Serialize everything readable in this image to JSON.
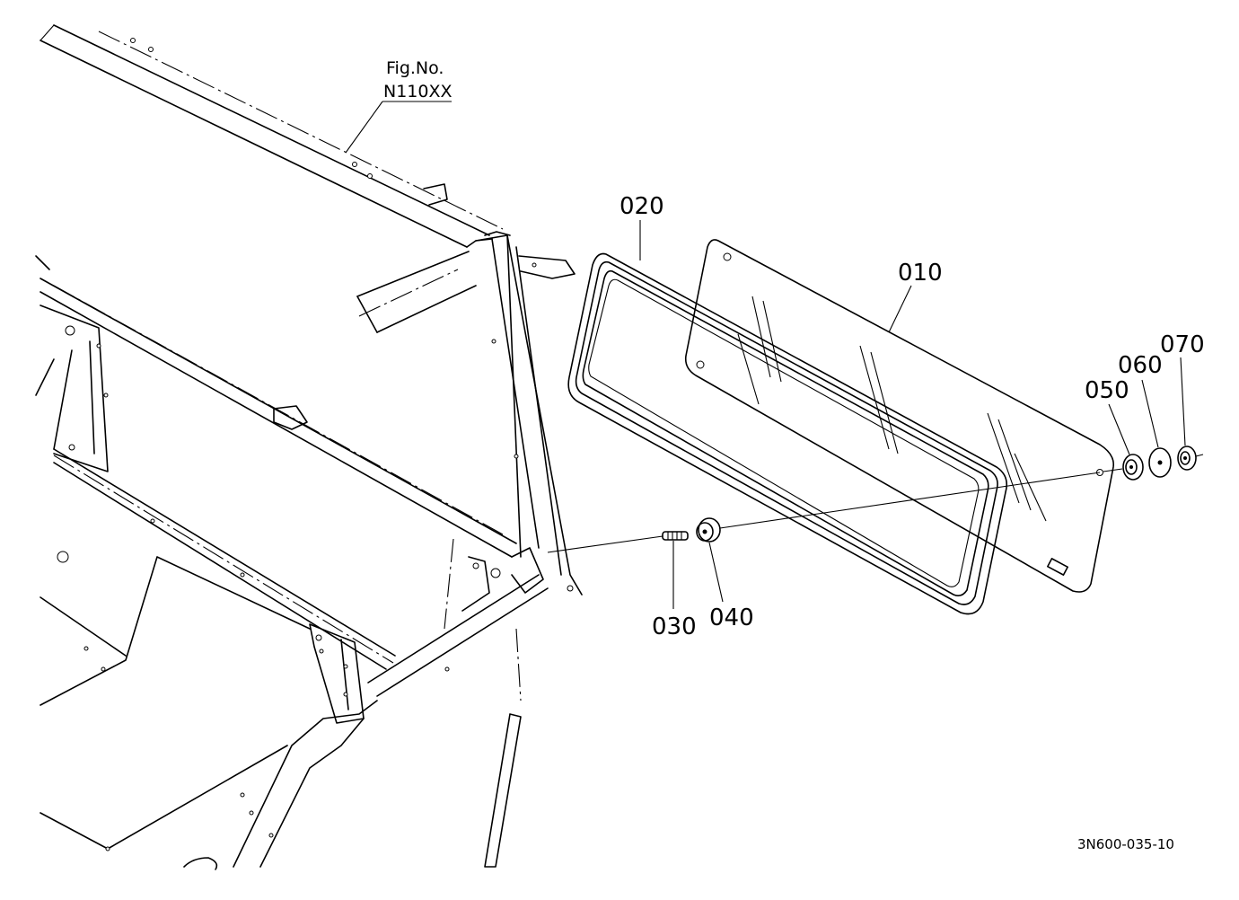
{
  "figure_reference": {
    "label": "Fig.No.",
    "number": "N110XX"
  },
  "callouts": [
    {
      "id": "p010",
      "label": "010"
    },
    {
      "id": "p020",
      "label": "020"
    },
    {
      "id": "p030",
      "label": "030"
    },
    {
      "id": "p040",
      "label": "040"
    },
    {
      "id": "p050",
      "label": "050"
    },
    {
      "id": "p060",
      "label": "060"
    },
    {
      "id": "p070",
      "label": "070"
    }
  ],
  "drawing_code": "3N600-035-10",
  "colors": {
    "line": "#000000",
    "background": "#ffffff"
  }
}
